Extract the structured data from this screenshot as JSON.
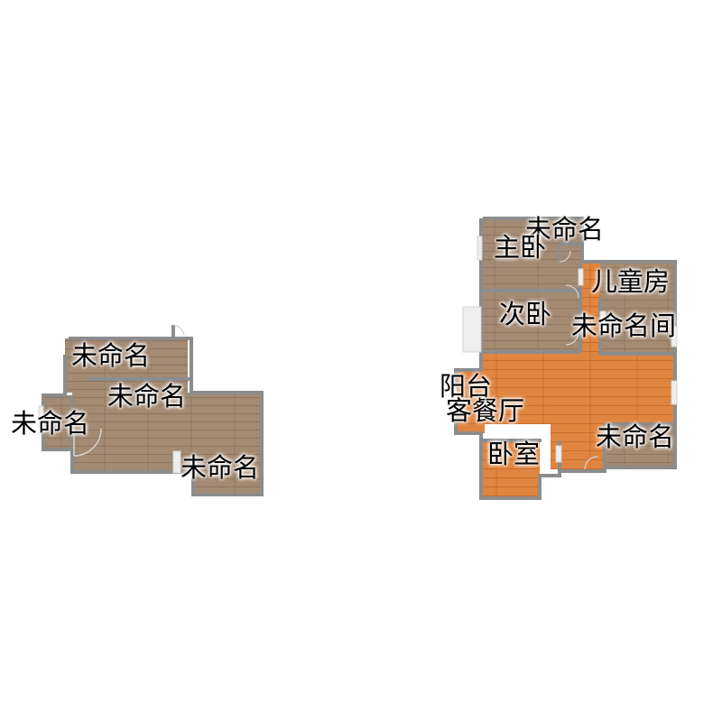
{
  "floor_plan": {
    "left_unit": {
      "labels": [
        "未命名",
        "未命名",
        "未命名",
        "未命名"
      ]
    },
    "right_unit": {
      "labels": [
        "未命名",
        "主卧",
        "儿童房",
        "次卧",
        "未命名间",
        "阳台",
        "客餐厅",
        "未命名",
        "卧室"
      ]
    }
  },
  "colors": {
    "wall": "#8c8c8c",
    "wood_floor": "#a38a72",
    "wood_floor_grain": "#8f7660",
    "orange_floor": "#e0853f",
    "orange_floor_grain": "#c96f2f",
    "door": "#d4d4d4",
    "window": "#eeeeee",
    "label_text": "#000000"
  }
}
